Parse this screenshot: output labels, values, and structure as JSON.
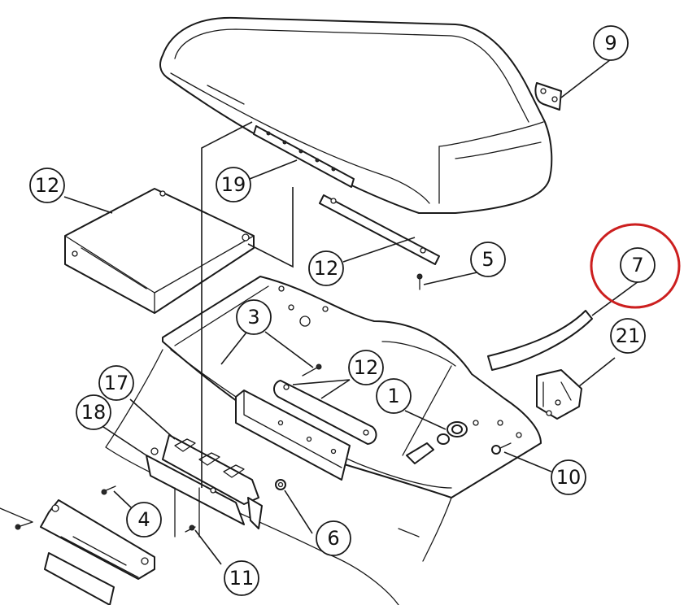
{
  "callouts": {
    "c1": "1",
    "c3": "3",
    "c4": "4",
    "c5": "5",
    "c6": "6",
    "c7": "7",
    "c9": "9",
    "c10": "10",
    "c11": "11",
    "c12a": "12",
    "c12b": "12",
    "c12c": "12",
    "c17": "17",
    "c18": "18",
    "c19": "19",
    "c21": "21"
  },
  "highlight": {
    "target_callout": "7",
    "color": "#cc1f1f"
  }
}
